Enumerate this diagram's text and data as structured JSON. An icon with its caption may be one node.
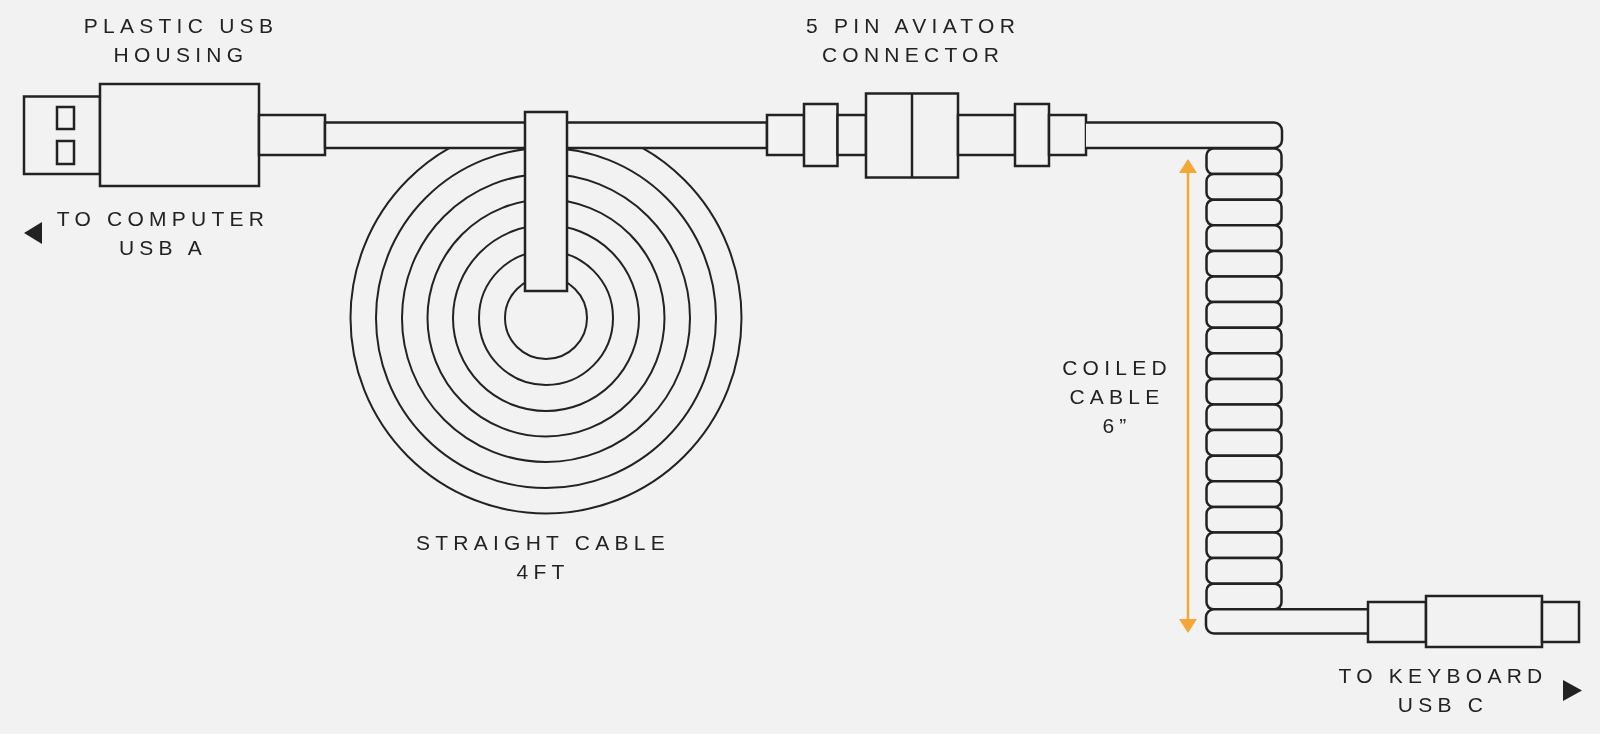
{
  "diagram": {
    "labels": [
      "PLASTIC USB HOUSING",
      "5 PIN AVIATOR CONNECTOR",
      "TO COMPUTER USB A",
      "COILED CABLE 6”",
      "STRAIGHT CABLE 4FT",
      "TO KEYBOARD USB C"
    ]
  }
}
